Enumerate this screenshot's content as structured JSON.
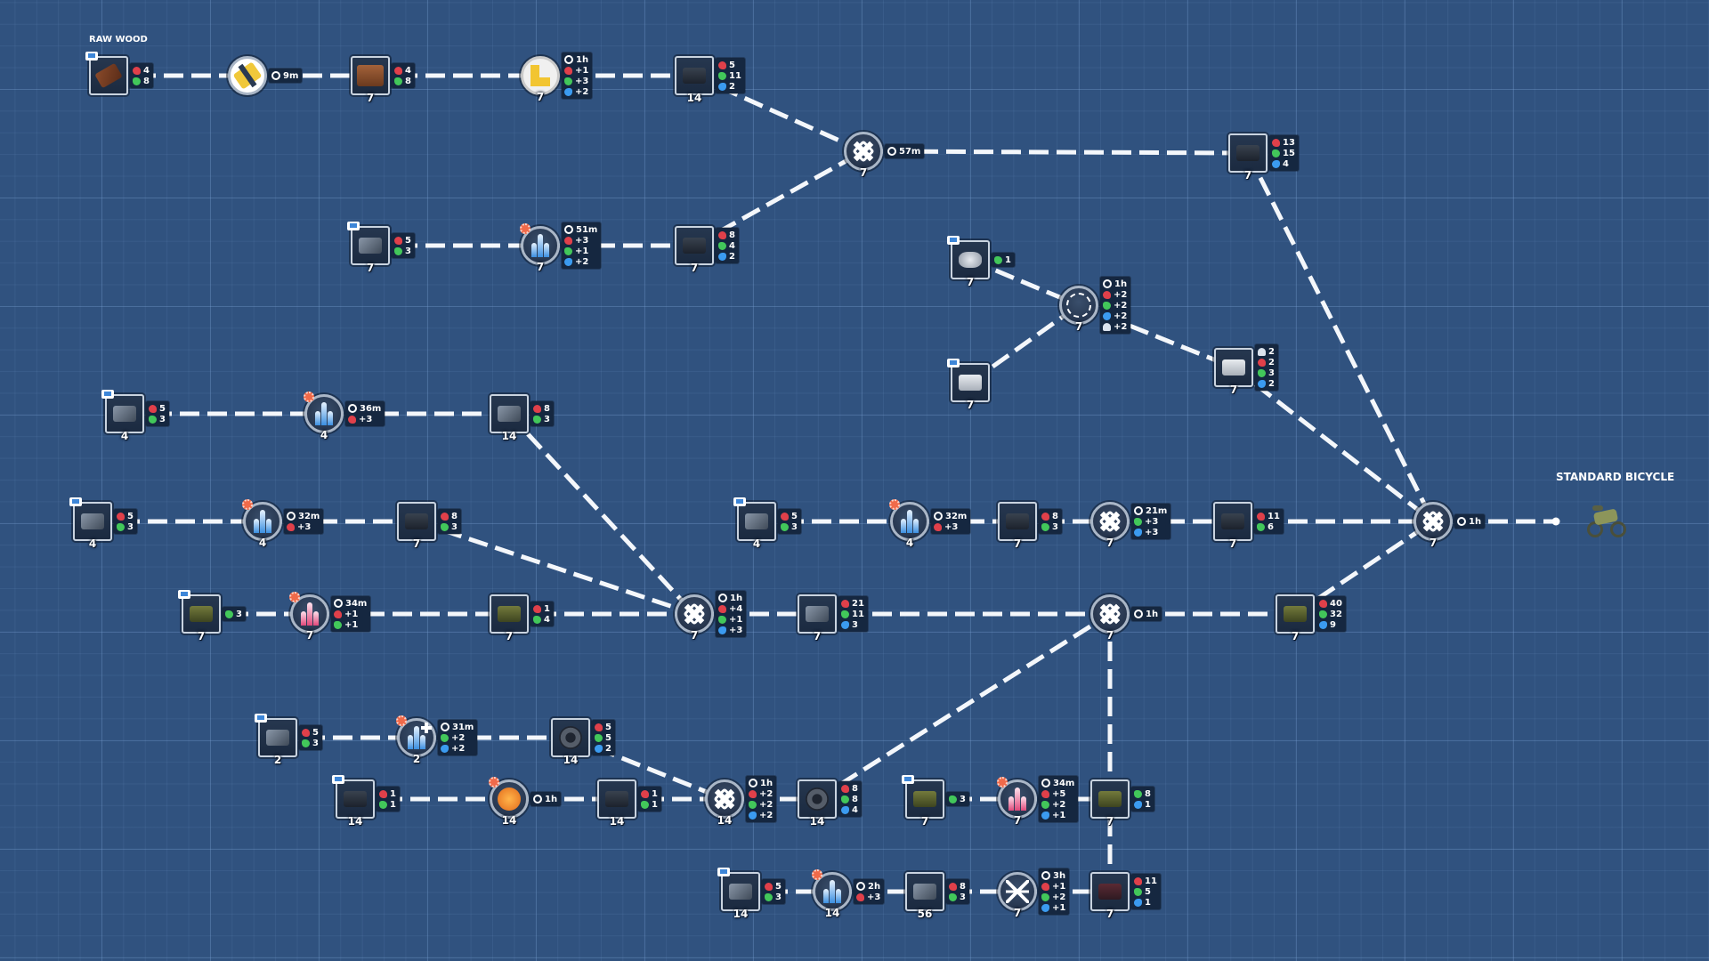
{
  "labels": {
    "source": "RAW WOOD",
    "target": "STANDARD BICYCLE"
  },
  "colors": {
    "background": "#30527f",
    "connector": "#f4f7fb",
    "panel": "#152740",
    "stat_red": "#e0404a",
    "stat_green": "#42c75a",
    "stat_blue": "#3b9bf0"
  },
  "nodes": [
    {
      "id": "raw-wood",
      "kind": "item",
      "icon": "raw-wood-icon",
      "count": "",
      "flag": true,
      "stats": [
        {
          "i": "red",
          "v": "4"
        },
        {
          "i": "green",
          "v": "8"
        }
      ]
    },
    {
      "id": "cutter",
      "kind": "machine",
      "icon": "log-cutter-icon",
      "count": "",
      "stats": [
        {
          "i": "time",
          "v": "9m"
        }
      ]
    },
    {
      "id": "planks",
      "kind": "item",
      "icon": "wood-plank-icon",
      "count": "7",
      "stats": [
        {
          "i": "red",
          "v": "4"
        },
        {
          "i": "green",
          "v": "8"
        }
      ]
    },
    {
      "id": "sawmill",
      "kind": "machine",
      "icon": "sawmill-icon",
      "count": "7",
      "stats": [
        {
          "i": "time",
          "v": "1h"
        },
        {
          "i": "red",
          "v": "+1"
        },
        {
          "i": "green",
          "v": "+3"
        },
        {
          "i": "blue",
          "v": "+2"
        }
      ]
    },
    {
      "id": "wood-part",
      "kind": "item",
      "icon": "wood-part-icon",
      "count": "14",
      "stats": [
        {
          "i": "red",
          "v": "5"
        },
        {
          "i": "green",
          "v": "11"
        },
        {
          "i": "blue",
          "v": "2"
        }
      ]
    },
    {
      "id": "asm-top",
      "kind": "assembler",
      "icon": "assembler-icon",
      "count": "7",
      "stats": [
        {
          "i": "time",
          "v": "57m"
        }
      ]
    },
    {
      "id": "frame-part",
      "kind": "item",
      "icon": "frame-part-icon",
      "count": "7",
      "stats": [
        {
          "i": "red",
          "v": "13"
        },
        {
          "i": "green",
          "v": "15"
        },
        {
          "i": "blue",
          "v": "4"
        }
      ]
    },
    {
      "id": "ore-a",
      "kind": "item",
      "icon": "metal-ore-icon",
      "count": "7",
      "flag": true,
      "stats": [
        {
          "i": "red",
          "v": "5"
        },
        {
          "i": "green",
          "v": "3"
        }
      ]
    },
    {
      "id": "furnace-a",
      "kind": "furnace",
      "icon": "furnace-icon",
      "count": "7",
      "gear": true,
      "stats": [
        {
          "i": "time",
          "v": "51m"
        },
        {
          "i": "red",
          "v": "+3"
        },
        {
          "i": "green",
          "v": "+1"
        },
        {
          "i": "blue",
          "v": "+2"
        }
      ]
    },
    {
      "id": "metal-rod",
      "kind": "item",
      "icon": "metal-rod-icon",
      "count": "7",
      "stats": [
        {
          "i": "red",
          "v": "8"
        },
        {
          "i": "green",
          "v": "4"
        },
        {
          "i": "blue",
          "v": "2"
        }
      ]
    },
    {
      "id": "stone",
      "kind": "item",
      "icon": "stone-icon",
      "count": "7",
      "flag": true,
      "stats": [
        {
          "i": "green",
          "v": "1"
        }
      ]
    },
    {
      "id": "sprayer",
      "kind": "machine",
      "icon": "spray-machine-icon",
      "count": "7",
      "stats": [
        {
          "i": "time",
          "v": "1h"
        },
        {
          "i": "red",
          "v": "+2"
        },
        {
          "i": "green",
          "v": "+2"
        },
        {
          "i": "blue",
          "v": "+2"
        },
        {
          "i": "white",
          "v": "+2"
        }
      ]
    },
    {
      "id": "sand",
      "kind": "item",
      "icon": "sand-block-icon",
      "count": "7",
      "flag": true,
      "stats": []
    },
    {
      "id": "seat",
      "kind": "item",
      "icon": "seat-icon",
      "count": "7",
      "stats": [
        {
          "i": "white",
          "v": "2"
        },
        {
          "i": "red",
          "v": "2"
        },
        {
          "i": "green",
          "v": "3"
        },
        {
          "i": "blue",
          "v": "2"
        }
      ]
    },
    {
      "id": "ore-b",
      "kind": "item",
      "icon": "metal-ore-icon",
      "count": "4",
      "flag": true,
      "stats": [
        {
          "i": "red",
          "v": "5"
        },
        {
          "i": "green",
          "v": "3"
        }
      ]
    },
    {
      "id": "furnace-b",
      "kind": "furnace",
      "icon": "furnace-icon",
      "count": "4",
      "gear": true,
      "stats": [
        {
          "i": "time",
          "v": "36m"
        },
        {
          "i": "red",
          "v": "+3"
        }
      ]
    },
    {
      "id": "gear-part",
      "kind": "item",
      "icon": "gear-part-icon",
      "count": "14",
      "stats": [
        {
          "i": "red",
          "v": "8"
        },
        {
          "i": "green",
          "v": "3"
        }
      ]
    },
    {
      "id": "ore-c",
      "kind": "item",
      "icon": "metal-ore-icon",
      "count": "4",
      "flag": true,
      "stats": [
        {
          "i": "red",
          "v": "5"
        },
        {
          "i": "green",
          "v": "3"
        }
      ]
    },
    {
      "id": "furnace-c",
      "kind": "furnace",
      "icon": "furnace-icon",
      "count": "4",
      "gear": true,
      "stats": [
        {
          "i": "time",
          "v": "32m"
        },
        {
          "i": "red",
          "v": "+3"
        }
      ]
    },
    {
      "id": "chain",
      "kind": "item",
      "icon": "chain-icon",
      "count": "7",
      "stats": [
        {
          "i": "red",
          "v": "8"
        },
        {
          "i": "green",
          "v": "3"
        }
      ]
    },
    {
      "id": "ore-d",
      "kind": "item",
      "icon": "olive-ore-icon",
      "count": "7",
      "flag": true,
      "stats": [
        {
          "i": "green",
          "v": "3"
        }
      ]
    },
    {
      "id": "furnace-pink-a",
      "kind": "furnace-pink",
      "icon": "furnace-icon",
      "count": "7",
      "gear": true,
      "stats": [
        {
          "i": "time",
          "v": "34m"
        },
        {
          "i": "red",
          "v": "+1"
        },
        {
          "i": "green",
          "v": "+1"
        }
      ]
    },
    {
      "id": "bar",
      "kind": "item",
      "icon": "bar-icon",
      "count": "7",
      "stats": [
        {
          "i": "red",
          "v": "1"
        },
        {
          "i": "green",
          "v": "4"
        }
      ]
    },
    {
      "id": "asm-mid",
      "kind": "assembler",
      "icon": "assembler-icon",
      "count": "7",
      "stats": [
        {
          "i": "time",
          "v": "1h"
        },
        {
          "i": "red",
          "v": "+4"
        },
        {
          "i": "green",
          "v": "+1"
        },
        {
          "i": "blue",
          "v": "+3"
        }
      ]
    },
    {
      "id": "drivetrain",
      "kind": "item",
      "icon": "drivetrain-icon",
      "count": "7",
      "stats": [
        {
          "i": "red",
          "v": "21"
        },
        {
          "i": "green",
          "v": "11"
        },
        {
          "i": "blue",
          "v": "3"
        }
      ]
    },
    {
      "id": "ore-e",
      "kind": "item",
      "icon": "metal-ore-icon",
      "count": "4",
      "flag": true,
      "stats": [
        {
          "i": "red",
          "v": "5"
        },
        {
          "i": "green",
          "v": "3"
        }
      ]
    },
    {
      "id": "furnace-d",
      "kind": "furnace",
      "icon": "furnace-icon",
      "count": "4",
      "gear": true,
      "stats": [
        {
          "i": "time",
          "v": "32m"
        },
        {
          "i": "red",
          "v": "+3"
        }
      ]
    },
    {
      "id": "rod",
      "kind": "item",
      "icon": "rod-icon",
      "count": "7",
      "stats": [
        {
          "i": "red",
          "v": "8"
        },
        {
          "i": "green",
          "v": "3"
        }
      ]
    },
    {
      "id": "asm-right",
      "kind": "assembler",
      "icon": "assembler-icon",
      "count": "7",
      "stats": [
        {
          "i": "time",
          "v": "21m"
        },
        {
          "i": "green",
          "v": "+3"
        },
        {
          "i": "blue",
          "v": "+3"
        }
      ]
    },
    {
      "id": "handlebar",
      "kind": "item",
      "icon": "handlebar-icon",
      "count": "7",
      "stats": [
        {
          "i": "red",
          "v": "11"
        },
        {
          "i": "green",
          "v": "6"
        }
      ]
    },
    {
      "id": "asm-final",
      "kind": "assembler",
      "icon": "assembler-icon",
      "count": "7",
      "stats": [
        {
          "i": "time",
          "v": "1h"
        }
      ]
    },
    {
      "id": "asm-lower",
      "kind": "assembler",
      "icon": "assembler-icon",
      "count": "7",
      "stats": [
        {
          "i": "time",
          "v": "1h"
        }
      ]
    },
    {
      "id": "wheelset",
      "kind": "item",
      "icon": "wheelset-icon",
      "count": "7",
      "stats": [
        {
          "i": "red",
          "v": "40"
        },
        {
          "i": "green",
          "v": "32"
        },
        {
          "i": "blue",
          "v": "9"
        }
      ]
    },
    {
      "id": "ore-f",
      "kind": "item",
      "icon": "metal-block-icon",
      "count": "2",
      "flag": true,
      "stats": [
        {
          "i": "red",
          "v": "5"
        },
        {
          "i": "green",
          "v": "3"
        }
      ]
    },
    {
      "id": "furnace-e",
      "kind": "furnace",
      "icon": "furnace-icon",
      "count": "2",
      "gear": true,
      "plus": true,
      "stats": [
        {
          "i": "time",
          "v": "31m"
        },
        {
          "i": "green",
          "v": "+2"
        },
        {
          "i": "blue",
          "v": "+2"
        }
      ]
    },
    {
      "id": "spokes",
      "kind": "item",
      "icon": "spoked-wheel-icon",
      "count": "14",
      "stats": [
        {
          "i": "red",
          "v": "5"
        },
        {
          "i": "green",
          "v": "5"
        },
        {
          "i": "blue",
          "v": "2"
        }
      ]
    },
    {
      "id": "rubber",
      "kind": "item",
      "icon": "rubber-icon",
      "count": "14",
      "flag": true,
      "stats": [
        {
          "i": "red",
          "v": "1"
        },
        {
          "i": "green",
          "v": "1"
        }
      ]
    },
    {
      "id": "orange-press",
      "kind": "orange",
      "icon": "rubber-press-icon",
      "count": "14",
      "gear": true,
      "stats": [
        {
          "i": "time",
          "v": "1h"
        }
      ]
    },
    {
      "id": "tube",
      "kind": "item",
      "icon": "tube-icon",
      "count": "14",
      "stats": [
        {
          "i": "red",
          "v": "1"
        },
        {
          "i": "green",
          "v": "1"
        }
      ]
    },
    {
      "id": "asm-wheel",
      "kind": "assembler",
      "icon": "assembler-icon",
      "count": "14",
      "stats": [
        {
          "i": "time",
          "v": "1h"
        },
        {
          "i": "red",
          "v": "+2"
        },
        {
          "i": "green",
          "v": "+2"
        },
        {
          "i": "blue",
          "v": "+2"
        }
      ]
    },
    {
      "id": "tire",
      "kind": "item",
      "icon": "tire-icon",
      "count": "14",
      "stats": [
        {
          "i": "red",
          "v": "8"
        },
        {
          "i": "green",
          "v": "8"
        },
        {
          "i": "blue",
          "v": "4"
        }
      ]
    },
    {
      "id": "ore-g",
      "kind": "item",
      "icon": "olive-ore-icon",
      "count": "7",
      "flag": true,
      "stats": [
        {
          "i": "green",
          "v": "3"
        }
      ]
    },
    {
      "id": "furnace-pink-b",
      "kind": "furnace-pink",
      "icon": "furnace-icon",
      "count": "7",
      "gear": true,
      "stats": [
        {
          "i": "time",
          "v": "34m"
        },
        {
          "i": "red",
          "v": "+5"
        },
        {
          "i": "green",
          "v": "+2"
        },
        {
          "i": "blue",
          "v": "+1"
        }
      ]
    },
    {
      "id": "hub",
      "kind": "item",
      "icon": "hub-icon",
      "count": "7",
      "stats": [
        {
          "i": "green",
          "v": "8"
        },
        {
          "i": "blue",
          "v": "1"
        }
      ]
    },
    {
      "id": "ore-h",
      "kind": "item",
      "icon": "metal-ore-icon",
      "count": "14",
      "flag": true,
      "stats": [
        {
          "i": "red",
          "v": "5"
        },
        {
          "i": "green",
          "v": "3"
        }
      ]
    },
    {
      "id": "furnace-f",
      "kind": "furnace",
      "icon": "furnace-icon",
      "count": "14",
      "gear": true,
      "stats": [
        {
          "i": "time",
          "v": "2h"
        },
        {
          "i": "red",
          "v": "+3"
        }
      ]
    },
    {
      "id": "sheet",
      "kind": "item",
      "icon": "sheet-icon",
      "count": "56",
      "stats": [
        {
          "i": "red",
          "v": "8"
        },
        {
          "i": "green",
          "v": "3"
        }
      ]
    },
    {
      "id": "welder",
      "kind": "welder",
      "icon": "welder-icon",
      "count": "7",
      "stats": [
        {
          "i": "time",
          "v": "3h"
        },
        {
          "i": "red",
          "v": "+1"
        },
        {
          "i": "green",
          "v": "+2"
        },
        {
          "i": "blue",
          "v": "+1"
        }
      ]
    },
    {
      "id": "brake",
      "kind": "item",
      "icon": "brake-icon",
      "count": "7",
      "stats": [
        {
          "i": "red",
          "v": "11"
        },
        {
          "i": "green",
          "v": "5"
        },
        {
          "i": "blue",
          "v": "1"
        }
      ]
    }
  ]
}
